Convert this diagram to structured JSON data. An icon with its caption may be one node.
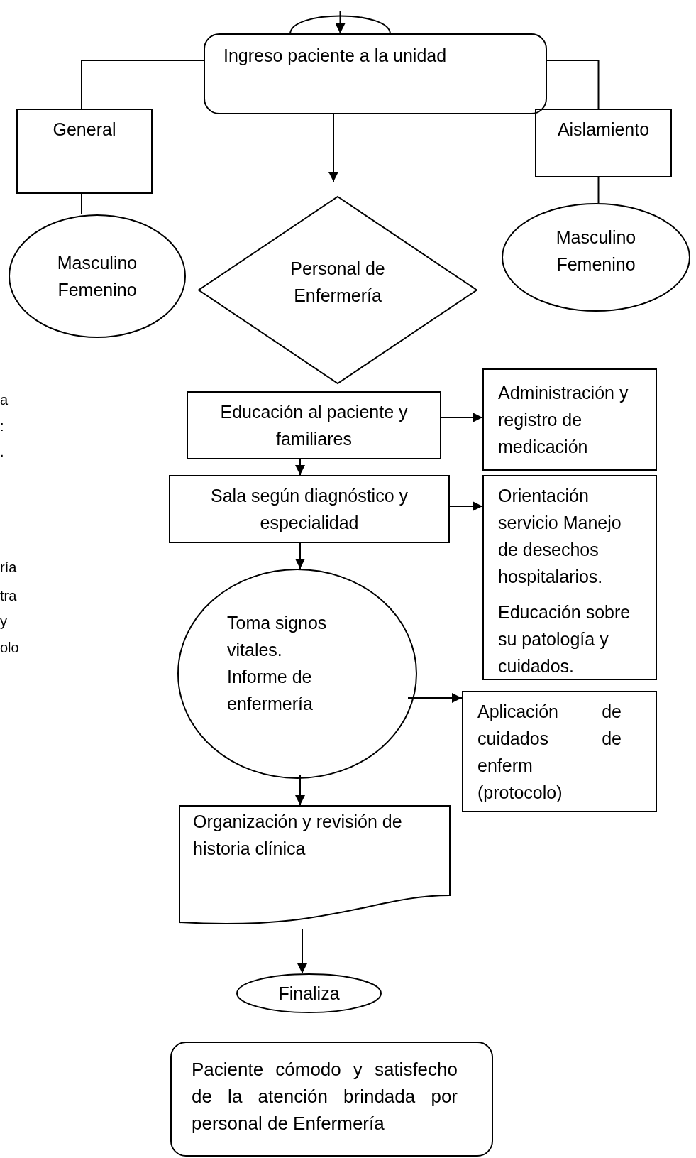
{
  "diagram": {
    "nodes": [
      {
        "text": [],
        "shape": "oval"
      },
      {
        "text": [
          "Ingreso paciente a la unidad"
        ]
      },
      {
        "text": [
          "General"
        ]
      },
      {
        "text": [
          "Masculino Femenino"
        ]
      },
      {
        "text": [
          "Aislamiento"
        ]
      },
      {
        "text": [
          "Masculino Femenino"
        ]
      },
      {
        "text": [
          "Personal de Enfermería"
        ]
      },
      {
        "text": [
          "Educación al paciente y familiares"
        ]
      },
      {
        "text": [
          "Administración y registro de medicación"
        ]
      },
      {
        "text": [
          "Sala según diagnóstico y especialidad"
        ]
      },
      {
        "text": [
          "Orientación servicio Manejo de desechos hospitalarios.",
          "Educación sobre su patología y cuidados."
        ]
      },
      {
        "text": [
          "Toma signos vitales. Informe de enfermería"
        ]
      },
      {
        "text": [
          "Aplicación de cuidados de enferm (protocolo)"
        ]
      },
      {
        "text": [
          "Organización y revisión de historia clínica"
        ]
      },
      {
        "text": [
          "Finaliza"
        ]
      },
      {
        "text": [
          "Paciente cómodo y satisfecho de la atención brindada por personal de Enfermería"
        ]
      }
    ],
    "edges": [
      {
        "from": 0,
        "to": 1,
        "arrow": "to"
      },
      {
        "from": 1,
        "to": 2,
        "arrow": "none"
      },
      {
        "from": 2,
        "to": 3,
        "arrow": "none"
      },
      {
        "from": 1,
        "to": 4,
        "arrow": "none"
      },
      {
        "from": 4,
        "to": 5,
        "arrow": "none"
      },
      {
        "from": 1,
        "to": 6,
        "arrow": "to"
      },
      {
        "from": 7,
        "to": 8,
        "arrow": "to"
      },
      {
        "from": 7,
        "to": 9,
        "arrow": "to"
      },
      {
        "from": 9,
        "to": 10,
        "arrow": "to"
      },
      {
        "from": 9,
        "to": 11,
        "arrow": "to"
      },
      {
        "from": 11,
        "to": 12,
        "arrow": "to"
      },
      {
        "from": 11,
        "to": 13,
        "arrow": "to"
      },
      {
        "from": 13,
        "to": 14,
        "arrow": "to"
      }
    ],
    "labels": [
      "a",
      ":",
      ".",
      "ría",
      "tra",
      "y",
      "olo"
    ]
  }
}
